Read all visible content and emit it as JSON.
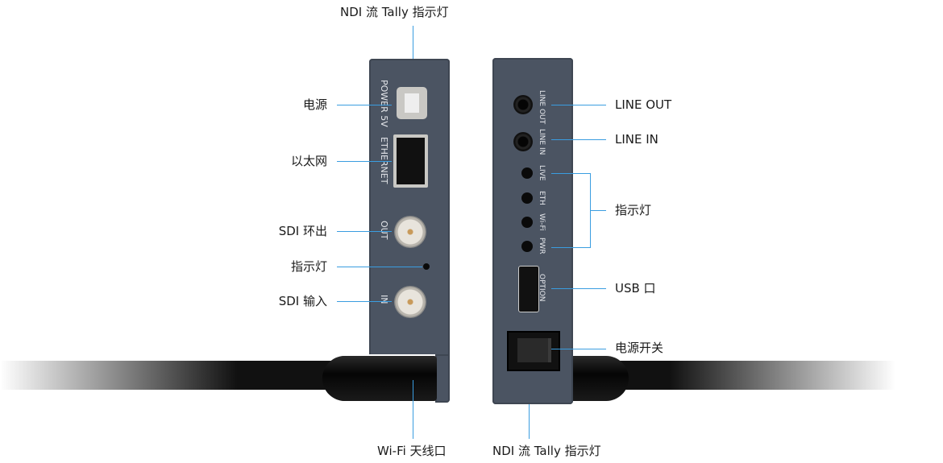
{
  "top_label": "NDI 流 Tally 指示灯",
  "left_labels": {
    "power": "电源",
    "ethernet": "以太网",
    "sdi_out": "SDI 环出",
    "indicator": "指示灯",
    "sdi_in": "SDI 输入"
  },
  "right_labels": {
    "line_out": "LINE OUT",
    "line_in": "LINE IN",
    "indicators": "指示灯",
    "usb": "USB 口",
    "power_switch": "电源开关"
  },
  "bottom_labels": {
    "wifi": "Wi-Fi 天线口",
    "tally": "NDI 流 Tally 指示灯"
  },
  "left_panel": {
    "power": "POWER 5V",
    "ethernet": "ETHERNET",
    "out": "OUT",
    "in": "IN"
  },
  "right_panel": {
    "line_out": "LINE OUT",
    "line_in": "LINE IN",
    "live": "LIVE",
    "eth": "ETH",
    "wifi": "Wi-Fi",
    "pwr": "PWR",
    "option": "OPTION"
  },
  "colors": {
    "line": "#3a9de0",
    "device": "#4b5462"
  }
}
